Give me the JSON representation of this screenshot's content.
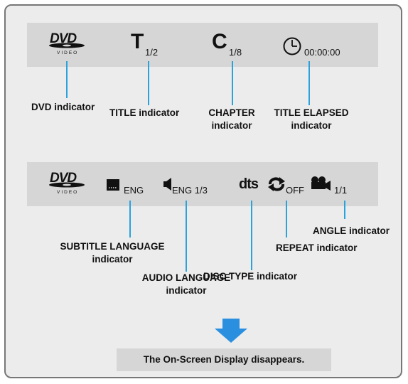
{
  "osd1": {
    "title_letter": "T",
    "title_value": "1/2",
    "chapter_letter": "C",
    "chapter_value": "1/8",
    "time_value": "00:00:00",
    "labels": {
      "dvd": "DVD indicator",
      "title": "TITLE indicator",
      "chapter_line1": "CHAPTER",
      "chapter_line2": "indicator",
      "elapsed_line1": "TITLE ELAPSED",
      "elapsed_line2": "indicator"
    }
  },
  "osd2": {
    "subtitle_value": "ENG",
    "audio_value": "ENG 1/3",
    "repeat_value": "OFF",
    "angle_value": "1/1",
    "labels": {
      "subtitle_line1": "SUBTITLE LANGUAGE",
      "subtitle_line2": "indicator",
      "audio_line1": "AUDIO LANGUAGE",
      "audio_line2": "indicator",
      "disc_type": "DISC TYPE indicator",
      "repeat": "REPEAT indicator",
      "angle": "ANGLE indicator"
    }
  },
  "logo": {
    "dvd_text": "DVD",
    "video_text": "VIDEO",
    "dts_text": "dts"
  },
  "note": "The On-Screen Display disappears.",
  "colors": {
    "accent": "#2aa3dd",
    "arrow": "#2b8fe0",
    "panel": "#d6d6d6",
    "background": "#ececec"
  }
}
